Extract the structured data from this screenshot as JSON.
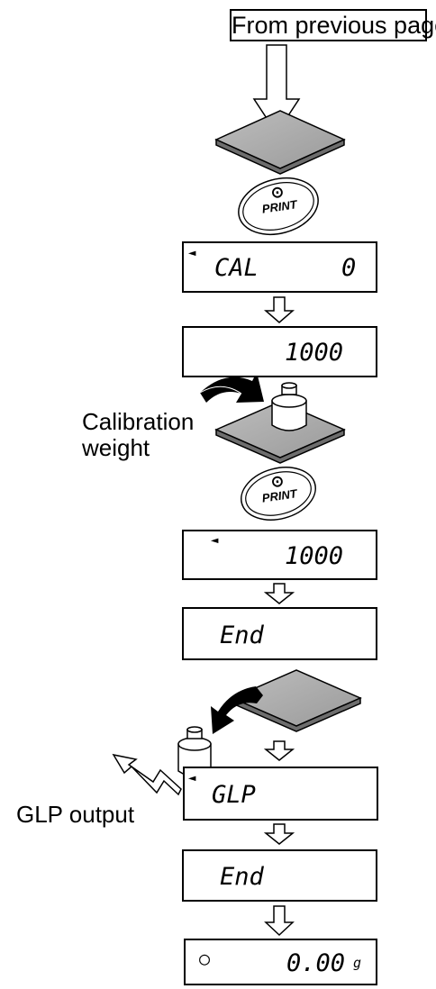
{
  "header": {
    "title": "From previous page"
  },
  "print_button": {
    "symbol": "⊙",
    "label": "PRINT"
  },
  "displays": [
    {
      "id": "cal-0",
      "pointer": "◄",
      "text": "CAL",
      "value": "0"
    },
    {
      "id": "span-1000",
      "text": "1000"
    },
    {
      "id": "span-1000-stable",
      "pointer": "◄",
      "text": "1000"
    },
    {
      "id": "end-1",
      "text": "End"
    },
    {
      "id": "glp",
      "pointer": "◄",
      "text": "GLP"
    },
    {
      "id": "end-2",
      "text": "End"
    },
    {
      "id": "zero",
      "indicator": "○",
      "text": "0.00",
      "unit": "g"
    }
  ],
  "labels": {
    "calibration_weight_line1": "Calibration",
    "calibration_weight_line2": "weight",
    "glp_output": "GLP output"
  }
}
